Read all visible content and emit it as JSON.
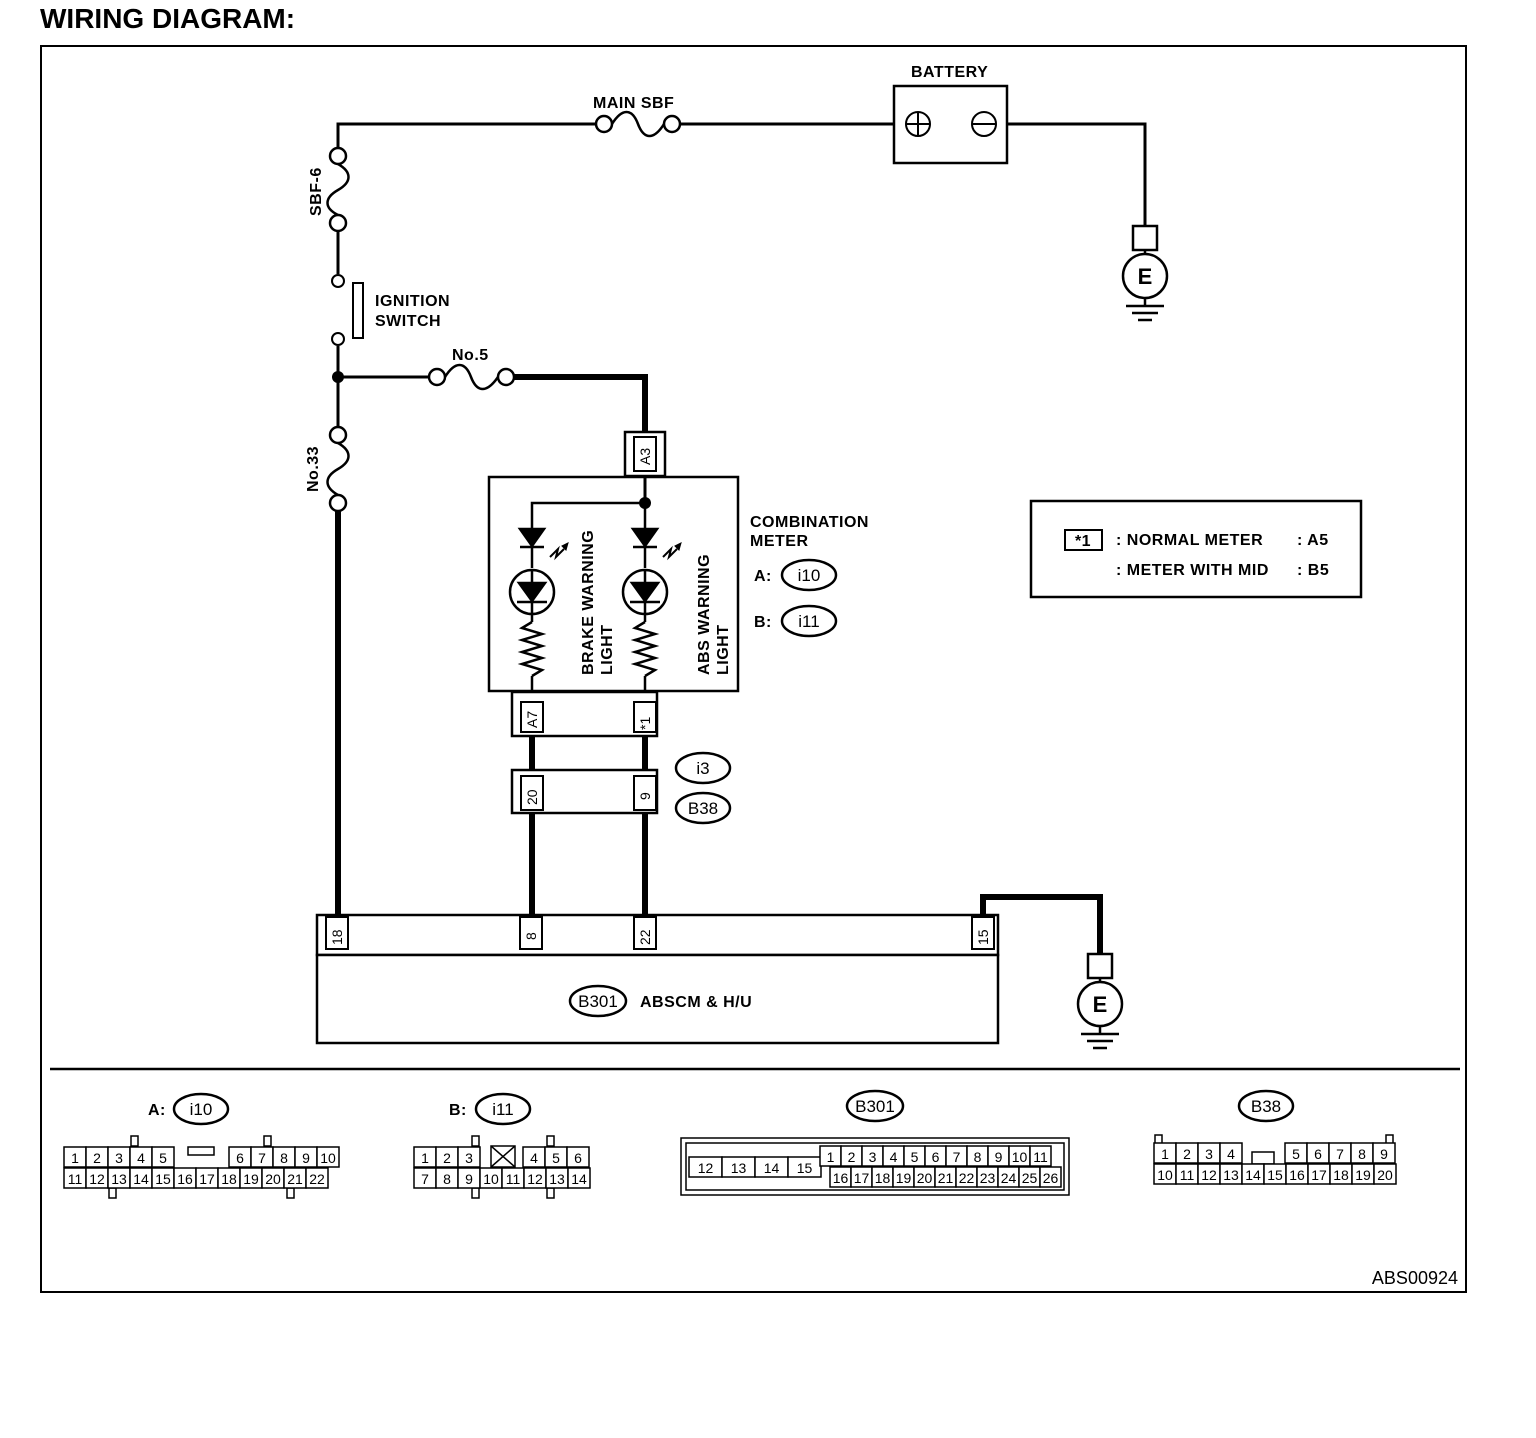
{
  "title": "WIRING DIAGRAM:",
  "labels": {
    "battery": "BATTERY",
    "main_sbf": "MAIN SBF",
    "sbf6": "SBF-6",
    "ignition_1": "IGNITION",
    "ignition_2": "SWITCH",
    "fuse_no5": "No.5",
    "fuse_no33": "No.33",
    "combo_1": "COMBINATION",
    "combo_2": "METER",
    "combo_a": "A:",
    "combo_b": "B:",
    "brake_1": "BRAKE WARNING",
    "brake_2": "LIGHT",
    "abs_1": "ABS WARNING",
    "abs_2": "LIGHT",
    "ground": "E",
    "abscm": "ABSCM & H/U",
    "figure_id": "ABS00924"
  },
  "connectors": {
    "i10": "i10",
    "i11": "i11",
    "i3": "i3",
    "b38": "B38",
    "b301": "B301"
  },
  "pins": {
    "a3": "A3",
    "a7": "A7",
    "star1": "*1",
    "p20": "20",
    "p9": "9",
    "p18": "18",
    "p8": "8",
    "p22": "22",
    "p15": "15"
  },
  "legend": {
    "key": "*1",
    "row1_text": ": NORMAL METER",
    "row1_value": ": A5",
    "row2_text": ": METER WITH  MID",
    "row2_value": ": B5"
  },
  "connector_views": {
    "a_prefix": "A:",
    "b_prefix": "B:",
    "i10_top": [
      "1",
      "2",
      "3",
      "4",
      "5",
      "",
      "6",
      "7",
      "8",
      "9",
      "10"
    ],
    "i10_bottom": [
      "11",
      "12",
      "13",
      "14",
      "15",
      "16",
      "17",
      "18",
      "19",
      "20",
      "21",
      "22"
    ],
    "i11_top": [
      "1",
      "2",
      "3",
      "",
      "4",
      "5",
      "6"
    ],
    "i11_bottom": [
      "7",
      "8",
      "9",
      "10",
      "11",
      "12",
      "13",
      "14"
    ],
    "b301_left": [
      "12",
      "13",
      "14",
      "15"
    ],
    "b301_top": [
      "1",
      "2",
      "3",
      "4",
      "5",
      "6",
      "7",
      "8",
      "9",
      "10",
      "11"
    ],
    "b301_bottom": [
      "16",
      "17",
      "18",
      "19",
      "20",
      "21",
      "22",
      "23",
      "24",
      "25",
      "26"
    ],
    "b38_top_left": [
      "1",
      "2",
      "3",
      "4"
    ],
    "b38_top_right": [
      "5",
      "6",
      "7",
      "8",
      "9"
    ],
    "b38_bottom": [
      "10",
      "11",
      "12",
      "13",
      "14",
      "15",
      "16",
      "17",
      "18",
      "19",
      "20"
    ]
  }
}
